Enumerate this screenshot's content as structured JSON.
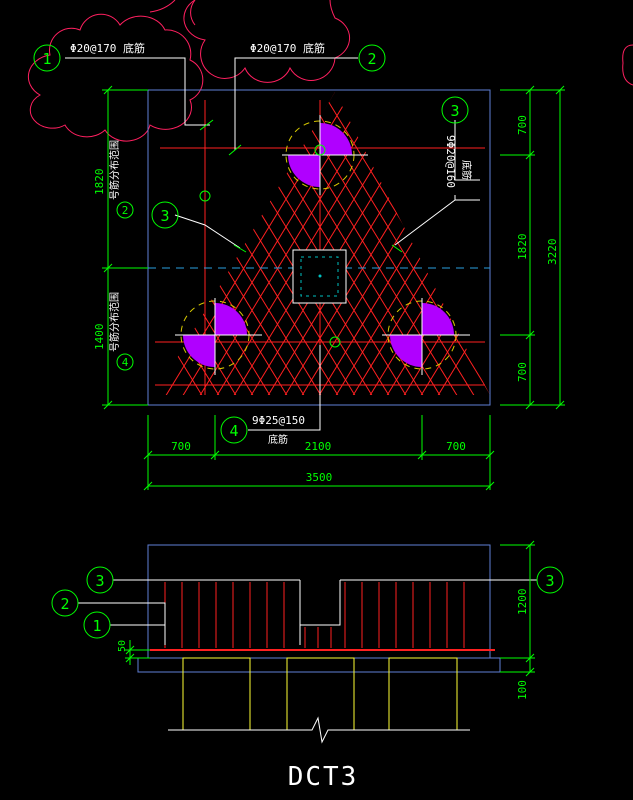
{
  "colors": {
    "background": "#000000",
    "outline": "#5f7fd6",
    "rebar": "#ff2020",
    "dimension": "#00ff00",
    "leader": "#ffffff",
    "pile_fill": "#b000ff",
    "pile_ring": "#d6c800",
    "revision_cloud": "#ff2060",
    "axis": "#2aa0e0",
    "pile_section": "#ffff33"
  },
  "plan": {
    "callout_1": {
      "num": "1",
      "text": "Φ20@170  底筋"
    },
    "callout_2": {
      "num": "2",
      "text": "Φ20@170  底筋"
    },
    "callout_3_right": {
      "num": "3",
      "text": "9Φ20@160",
      "sub": "底筋"
    },
    "callout_3_left": {
      "num": "3"
    },
    "callout_4": {
      "num": "4",
      "text": "9Φ25@150",
      "sub": "底筋"
    },
    "left_note_2": {
      "num": "2",
      "text": "号筋分布范围"
    },
    "left_note_4": {
      "num": "4",
      "text": "号筋分布范围"
    },
    "dims_left": [
      "1820",
      "1400"
    ],
    "dims_right": [
      "700",
      "1820",
      "700"
    ],
    "dim_right_total": "3220",
    "dims_bottom": [
      "700",
      "2100",
      "700"
    ],
    "dim_bottom_total": "3500"
  },
  "section": {
    "callout_3_left": "3",
    "callout_3_right": "3",
    "callout_2": "2",
    "callout_1": "1",
    "dim_right_upper": "1200",
    "dim_right_lower": "100",
    "dim_left": "50"
  },
  "title": "DCT3"
}
